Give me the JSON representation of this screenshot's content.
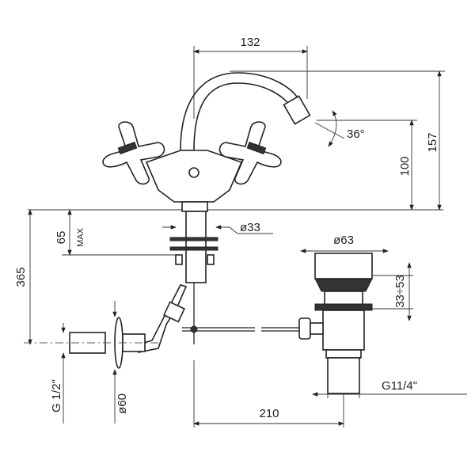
{
  "title": "Bidet mixer technical drawing",
  "dimensions": {
    "spout_reach": "132",
    "total_height": "157",
    "spout_height": "100",
    "nozzle_angle": "36°",
    "base_diameter": "ø33",
    "deck_thickness": "65",
    "deck_thickness_note": "MAX",
    "total_depth": "365",
    "waste_diameter": "ø63",
    "waste_adjust": "33÷53",
    "waste_thread": "G11/4\"",
    "waste_distance": "210",
    "inlet_thread": "G 1/2\"",
    "rosette_diameter": "ø60"
  },
  "colors": {
    "line": "#222222",
    "background": "#ffffff"
  }
}
